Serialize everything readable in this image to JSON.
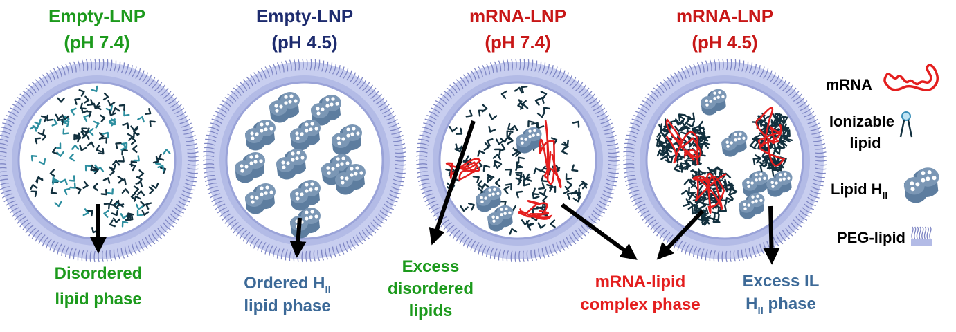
{
  "colors": {
    "green": "#1c9a1c",
    "navy": "#1d2b6e",
    "red": "#c81717",
    "bright_red": "#e41e1e",
    "steel_blue": "#3d6a98",
    "black": "#000000",
    "shell": "#c3c9ec",
    "lipid_dark": "#12303e",
    "lipid_teal": "#2e8fa0",
    "cylinder": "#5d7d9f"
  },
  "panels": [
    {
      "title_line1": "Empty-LNP",
      "title_line2": "(pH 7.4)",
      "color": "#1c9a1c",
      "interior": "disordered"
    },
    {
      "title_line1": "Empty-LNP",
      "title_line2": "(pH 4.5)",
      "color": "#1d2b6e",
      "interior": "hexagonal"
    },
    {
      "title_line1": "mRNA-LNP",
      "title_line2": "(pH 7.4)",
      "color": "#c81717",
      "interior": "mrna-complex-excess-disordered"
    },
    {
      "title_line1": "mRNA-LNP",
      "title_line2": "(pH 4.5)",
      "color": "#c81717",
      "interior": "mrna-complex-excess-hexagonal"
    }
  ],
  "annotations": {
    "disordered": {
      "line1": "Disordered",
      "line2": "lipid phase",
      "color": "#1c9a1c"
    },
    "ordered": {
      "line1_main": "Ordered H",
      "line1_sub": "II",
      "line2": "lipid phase",
      "color": "#3d6a98"
    },
    "excess_disordered": {
      "line1": "Excess",
      "line2": "disordered",
      "line3": "lipids",
      "color": "#1c9a1c"
    },
    "complex": {
      "line1": "mRNA-lipid",
      "line2": "complex phase",
      "color": "#e41e1e"
    },
    "excess_il": {
      "line1": "Excess IL",
      "line2_main": "H",
      "line2_sub": "II",
      "line2_rest": " phase",
      "color": "#3d6a98"
    }
  },
  "legend": {
    "mrna": "mRNA",
    "ionizable_line1": "Ionizable",
    "ionizable_line2": "lipid",
    "hex_main": "Lipid H",
    "hex_sub": "II",
    "peg": "PEG-lipid",
    "icons": [
      "mrna-squiggle-icon",
      "ionizable-lipid-icon",
      "lipid-hexagonal-cylinder-icon",
      "peg-lipid-icon"
    ]
  }
}
